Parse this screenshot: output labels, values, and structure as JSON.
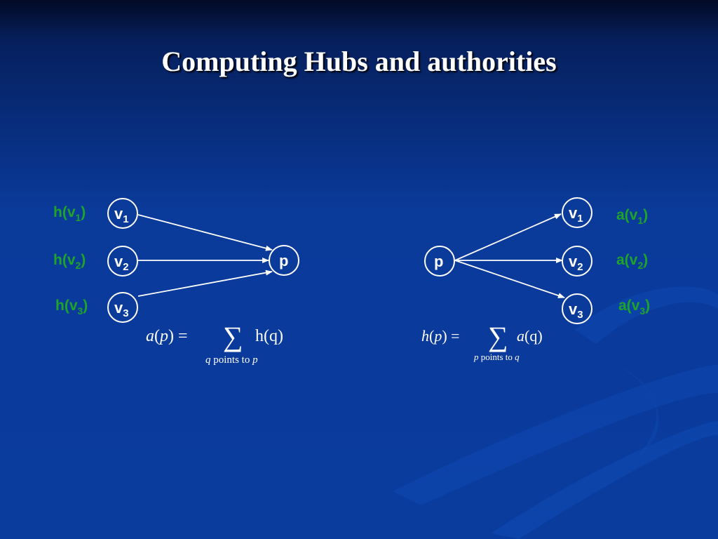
{
  "slide": {
    "title": "Computing Hubs and authorities"
  },
  "left_diagram": {
    "labels": [
      {
        "base": "h(v",
        "sub": "1",
        "close": ")"
      },
      {
        "base": "h(v",
        "sub": "2",
        "close": ")"
      },
      {
        "base": "h(v",
        "sub": "3",
        "close": ")"
      }
    ],
    "nodes": [
      {
        "base": "v",
        "sub": "1"
      },
      {
        "base": "v",
        "sub": "2"
      },
      {
        "base": "v",
        "sub": "3"
      }
    ],
    "target": {
      "label": "p"
    },
    "formula": {
      "lhs_func": "a",
      "lhs_arg": "p",
      "equals": "=",
      "sum": "∑",
      "rhs": "h(q)",
      "under_var1": "q",
      "under_text": " points to ",
      "under_var2": "p"
    }
  },
  "right_diagram": {
    "source": {
      "label": "p"
    },
    "nodes": [
      {
        "base": "v",
        "sub": "1"
      },
      {
        "base": "v",
        "sub": "2"
      },
      {
        "base": "v",
        "sub": "3"
      }
    ],
    "labels": [
      {
        "base": "a(v",
        "sub": "1",
        "close": ")"
      },
      {
        "base": "a(v",
        "sub": "2",
        "close": ")"
      },
      {
        "base": "a(v",
        "sub": "3",
        "close": ")"
      }
    ],
    "formula": {
      "lhs_func": "h",
      "lhs_arg": "p",
      "equals": "=",
      "sum": "∑",
      "rhs_func": "a",
      "rhs_arg": "(q)",
      "under_var1": "p",
      "under_text": " points to ",
      "under_var2": "q"
    }
  },
  "colors": {
    "label_green": "#1fa42a",
    "background_blue": "#0a3c9e",
    "arrow_white": "#ffffff"
  }
}
